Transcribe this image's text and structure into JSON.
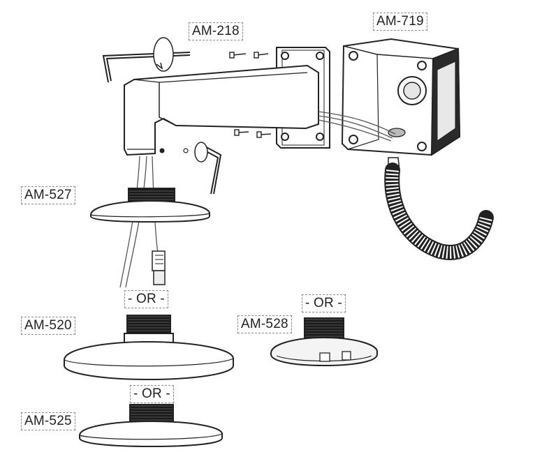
{
  "labels": {
    "am_218": "AM-218",
    "am_719": "AM-719",
    "am_527": "AM-527",
    "am_520": "AM-520",
    "am_528": "AM-528",
    "am_525": "AM-525",
    "or_1": "- OR -",
    "or_2": "- OR -",
    "or_3": "- OR -"
  },
  "colors": {
    "line": "#222222",
    "fill": "#ffffff",
    "shade": "#d9d9d9",
    "thread": "#1a1a1a"
  }
}
